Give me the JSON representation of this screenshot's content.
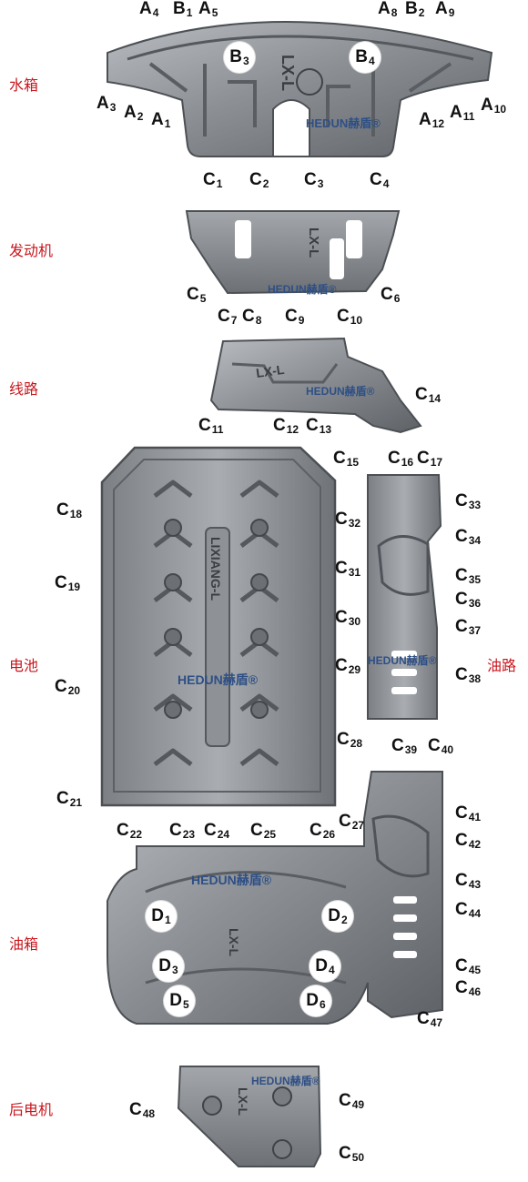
{
  "brand": {
    "name": "HEDUN",
    "cn": "赫盾",
    "reg": "®"
  },
  "part_marks": {
    "lx": "LX-L",
    "lixiang": "LIXIANG-L"
  },
  "sections": [
    {
      "id": "radiator",
      "text": "水箱"
    },
    {
      "id": "engine",
      "text": "发动机"
    },
    {
      "id": "wiring",
      "text": "线路"
    },
    {
      "id": "battery",
      "text": "电池"
    },
    {
      "id": "oilline",
      "text": "油路"
    },
    {
      "id": "tank",
      "text": "油箱"
    },
    {
      "id": "rearmotor",
      "text": "后电机"
    }
  ],
  "labels": [
    {
      "l": "A",
      "n": "4"
    },
    {
      "l": "B",
      "n": "1"
    },
    {
      "l": "A",
      "n": "5"
    },
    {
      "l": "A",
      "n": "8"
    },
    {
      "l": "B",
      "n": "2"
    },
    {
      "l": "A",
      "n": "9"
    },
    {
      "l": "A",
      "n": "3"
    },
    {
      "l": "A",
      "n": "2"
    },
    {
      "l": "A",
      "n": "1"
    },
    {
      "l": "A",
      "n": "12"
    },
    {
      "l": "A",
      "n": "11"
    },
    {
      "l": "A",
      "n": "10"
    },
    {
      "l": "B",
      "n": "3"
    },
    {
      "l": "B",
      "n": "4"
    },
    {
      "l": "C",
      "n": "1"
    },
    {
      "l": "C",
      "n": "2"
    },
    {
      "l": "C",
      "n": "3"
    },
    {
      "l": "C",
      "n": "4"
    },
    {
      "l": "C",
      "n": "5"
    },
    {
      "l": "C",
      "n": "6"
    },
    {
      "l": "C",
      "n": "7"
    },
    {
      "l": "C",
      "n": "8"
    },
    {
      "l": "C",
      "n": "9"
    },
    {
      "l": "C",
      "n": "10"
    },
    {
      "l": "C",
      "n": "11"
    },
    {
      "l": "C",
      "n": "12"
    },
    {
      "l": "C",
      "n": "13"
    },
    {
      "l": "C",
      "n": "14"
    },
    {
      "l": "C",
      "n": "15"
    },
    {
      "l": "C",
      "n": "16"
    },
    {
      "l": "C",
      "n": "17"
    },
    {
      "l": "C",
      "n": "18"
    },
    {
      "l": "C",
      "n": "19"
    },
    {
      "l": "C",
      "n": "20"
    },
    {
      "l": "C",
      "n": "21"
    },
    {
      "l": "C",
      "n": "22"
    },
    {
      "l": "C",
      "n": "23"
    },
    {
      "l": "C",
      "n": "24"
    },
    {
      "l": "C",
      "n": "25"
    },
    {
      "l": "C",
      "n": "26"
    },
    {
      "l": "C",
      "n": "27"
    },
    {
      "l": "C",
      "n": "28"
    },
    {
      "l": "C",
      "n": "29"
    },
    {
      "l": "C",
      "n": "30"
    },
    {
      "l": "C",
      "n": "31"
    },
    {
      "l": "C",
      "n": "32"
    },
    {
      "l": "C",
      "n": "33"
    },
    {
      "l": "C",
      "n": "34"
    },
    {
      "l": "C",
      "n": "35"
    },
    {
      "l": "C",
      "n": "36"
    },
    {
      "l": "C",
      "n": "37"
    },
    {
      "l": "C",
      "n": "38"
    },
    {
      "l": "C",
      "n": "39"
    },
    {
      "l": "C",
      "n": "40"
    },
    {
      "l": "C",
      "n": "41"
    },
    {
      "l": "C",
      "n": "42"
    },
    {
      "l": "C",
      "n": "43"
    },
    {
      "l": "C",
      "n": "44"
    },
    {
      "l": "C",
      "n": "45"
    },
    {
      "l": "C",
      "n": "46"
    },
    {
      "l": "C",
      "n": "47"
    },
    {
      "l": "C",
      "n": "48"
    },
    {
      "l": "C",
      "n": "49"
    },
    {
      "l": "C",
      "n": "50"
    },
    {
      "l": "D",
      "n": "1"
    },
    {
      "l": "D",
      "n": "2"
    },
    {
      "l": "D",
      "n": "3"
    },
    {
      "l": "D",
      "n": "4"
    },
    {
      "l": "D",
      "n": "5"
    },
    {
      "l": "D",
      "n": "6"
    }
  ]
}
